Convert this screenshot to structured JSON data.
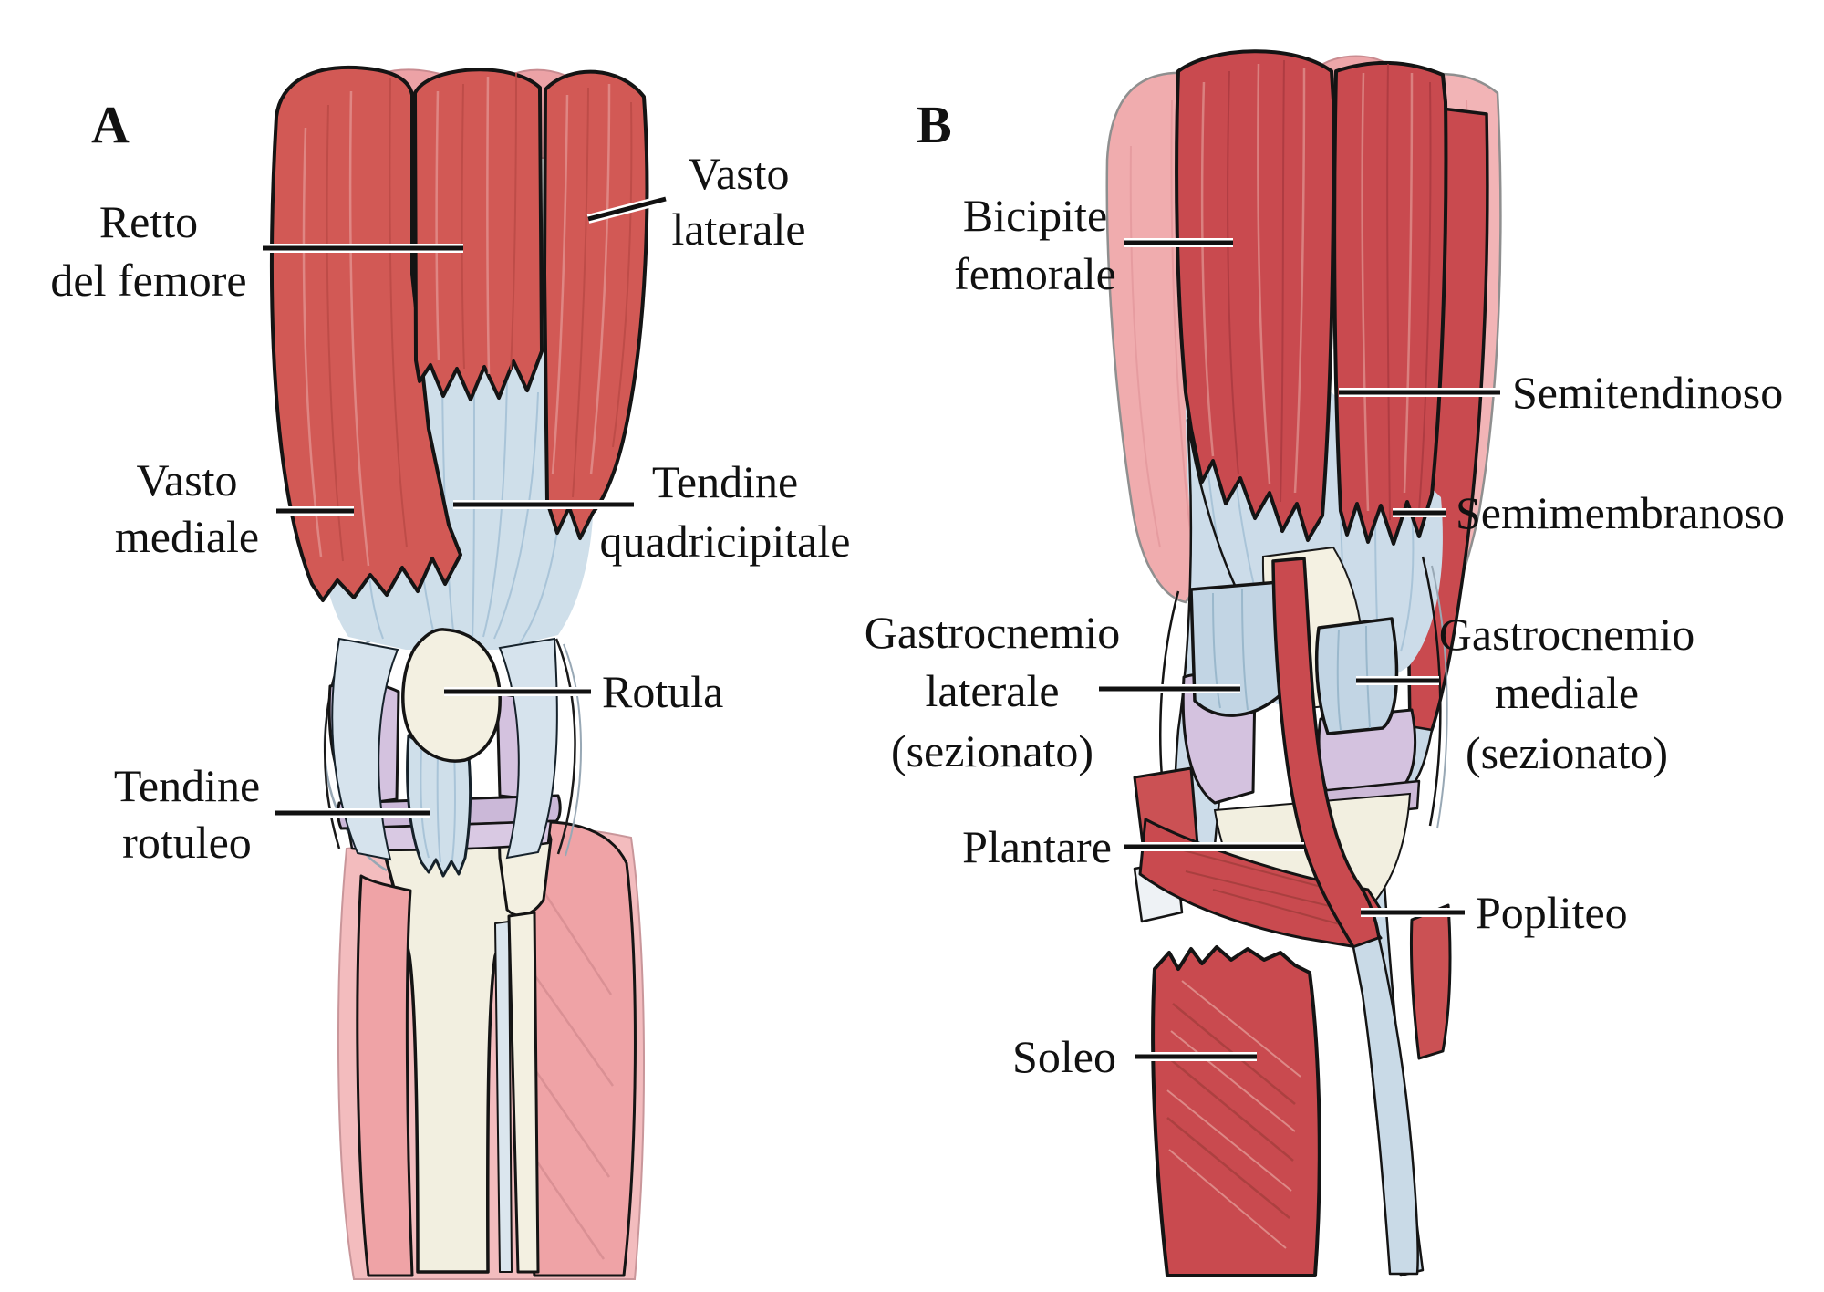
{
  "figure": {
    "type": "anatomical-diagram",
    "subject": "Muscoli del ginocchio: vista anteriore (A) e posteriore (B)",
    "background": "#ffffff"
  },
  "colors": {
    "muscle_red_anterior": "#d25955",
    "muscle_red_posterior": "#c94a4f",
    "muscle_pink_ghost": "#f0acae",
    "muscle_pink_leg": "#efa3a6",
    "tendon_light_blue": "#cfdfea",
    "bone_cream": "#f2efe0",
    "cartilage_lavender": "#d4c2df",
    "outline": "#141414",
    "label_text": "#111111"
  },
  "panelA": {
    "letter": "A",
    "labels": {
      "retto": {
        "line1": "Retto",
        "line2": "del femore"
      },
      "vasto_laterale": {
        "line1": "Vasto",
        "line2": "laterale"
      },
      "vasto_mediale": {
        "line1": "Vasto",
        "line2": "mediale"
      },
      "tendine_quadricipitale": {
        "line1": "Tendine",
        "line2": "quadricipitale"
      },
      "rotula": {
        "line1": "Rotula"
      },
      "tendine_rotuleo": {
        "line1": "Tendine",
        "line2": "rotuleo"
      }
    }
  },
  "panelB": {
    "letter": "B",
    "labels": {
      "bicipite_femorale": {
        "line1": "Bicipite",
        "line2": "femorale"
      },
      "semitendinoso": {
        "line1": "Semitendinoso"
      },
      "semimembranoso": {
        "line1": "Semimembranoso"
      },
      "gastrocnemio_laterale": {
        "line1": "Gastrocnemio",
        "line2": "laterale",
        "line3": "(sezionato)"
      },
      "gastrocnemio_mediale": {
        "line1": "Gastrocnemio",
        "line2": "mediale",
        "line3": "(sezionato)"
      },
      "plantare": {
        "line1": "Plantare"
      },
      "popliteo": {
        "line1": "Popliteo"
      },
      "soleo": {
        "line1": "Soleo"
      }
    }
  }
}
